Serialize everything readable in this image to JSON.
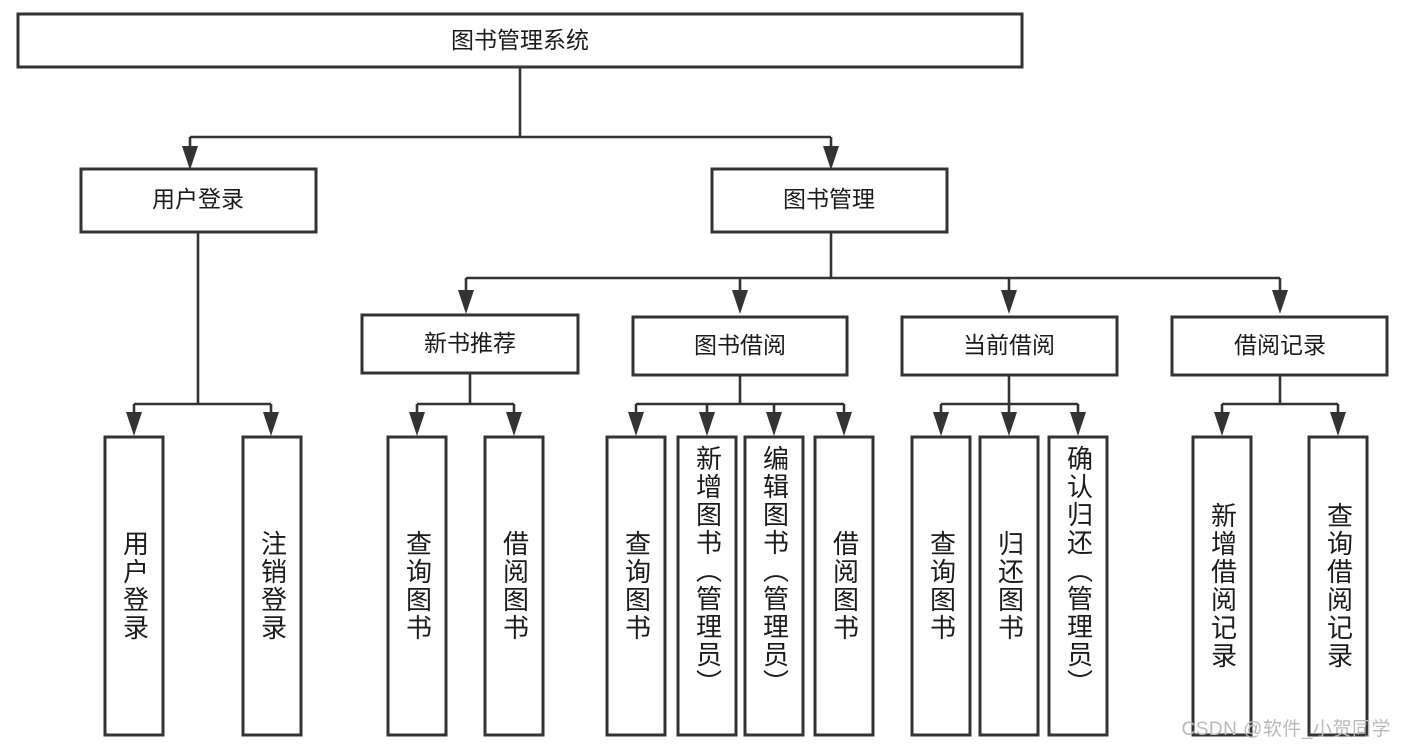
{
  "diagram": {
    "type": "tree-hierarchy",
    "title": "图书管理系统",
    "root": {
      "id": "root",
      "label": "图书管理系统",
      "orientation": "horizontal"
    },
    "level2": [
      {
        "id": "user-login",
        "label": "用户登录",
        "orientation": "horizontal"
      },
      {
        "id": "book-management",
        "label": "图书管理",
        "orientation": "horizontal"
      }
    ],
    "level3": [
      {
        "id": "new-book-recommend",
        "label": "新书推荐",
        "orientation": "horizontal",
        "parent": "book-management"
      },
      {
        "id": "book-borrow",
        "label": "图书借阅",
        "orientation": "horizontal",
        "parent": "book-management"
      },
      {
        "id": "current-borrow",
        "label": "当前借阅",
        "orientation": "horizontal",
        "parent": "book-management"
      },
      {
        "id": "borrow-record",
        "label": "借阅记录",
        "orientation": "horizontal",
        "parent": "book-management"
      }
    ],
    "leaves": [
      {
        "id": "leaf-user-login",
        "label": "用户登录",
        "parent": "user-login",
        "orientation": "vertical"
      },
      {
        "id": "leaf-logout-login",
        "label": "注销登录",
        "parent": "user-login",
        "orientation": "vertical"
      },
      {
        "id": "leaf-query-book-1",
        "label": "查询图书",
        "parent": "new-book-recommend",
        "orientation": "vertical"
      },
      {
        "id": "leaf-borrow-book-1",
        "label": "借阅图书",
        "parent": "new-book-recommend",
        "orientation": "vertical"
      },
      {
        "id": "leaf-query-book-2",
        "label": "查询图书",
        "parent": "book-borrow",
        "orientation": "vertical"
      },
      {
        "id": "leaf-add-book",
        "label": "新增图书（管理员）",
        "parent": "book-borrow",
        "orientation": "vertical"
      },
      {
        "id": "leaf-edit-book",
        "label": "编辑图书（管理员）",
        "parent": "book-borrow",
        "orientation": "vertical"
      },
      {
        "id": "leaf-borrow-book-2",
        "label": "借阅图书",
        "parent": "book-borrow",
        "orientation": "vertical"
      },
      {
        "id": "leaf-query-book-3",
        "label": "查询图书",
        "parent": "current-borrow",
        "orientation": "vertical"
      },
      {
        "id": "leaf-return-book",
        "label": "归还图书",
        "parent": "current-borrow",
        "orientation": "vertical"
      },
      {
        "id": "leaf-confirm-return",
        "label": "确认归还（管理员）",
        "parent": "current-borrow",
        "orientation": "vertical"
      },
      {
        "id": "leaf-add-record",
        "label": "新增借阅记录",
        "parent": "borrow-record",
        "orientation": "vertical"
      },
      {
        "id": "leaf-query-record",
        "label": "查询借阅记录",
        "parent": "borrow-record",
        "orientation": "vertical"
      }
    ],
    "colors": {
      "box_stroke": "#333333",
      "box_fill": "#ffffff",
      "connector": "#333333",
      "text": "#1b1b1b",
      "background": "#ffffff",
      "watermark": "#b9b9b9"
    }
  },
  "watermark": {
    "text": "CSDN @软件_小贺同学"
  }
}
